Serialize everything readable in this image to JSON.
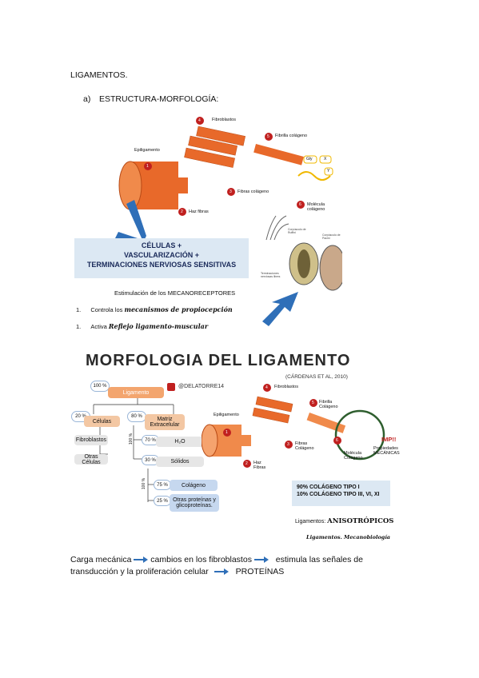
{
  "doc": {
    "heading": "LIGAMENTOS.",
    "item_marker": "a)",
    "item_text": "ESTRUCTURA-MORFOLOGÍA:",
    "footer_line1_a": "Carga mecánica",
    "footer_line1_b": "cambios en los fibroblastos",
    "footer_line1_c": "estimula las señales de",
    "footer_line2_a": "transducción y la proliferación celular",
    "footer_line2_b": "PROTEÍNAS"
  },
  "figure1": {
    "labels": {
      "n4": "4",
      "fibroblastos": "Fibroblastos",
      "n5": "5",
      "fibrilla": "Fibrilla colágeno",
      "epiligamento": "Epiligamento",
      "n1": "1",
      "gly": "Gly",
      "x": "X",
      "y": "Y",
      "n3": "3",
      "fibras": "Fibras colágeno",
      "n6": "6",
      "molecula": "Molécula colágeno",
      "n2": "2",
      "haz": "Haz fibras"
    },
    "banner": {
      "line1": "CÉLULAS +",
      "line2": "VASCULARIZACIÓN +",
      "line3": "TERMINACIONES NERVIOSAS SENSITIVAS"
    },
    "stim_title": "Estimulación de los MECANORECEPTORES",
    "items": [
      {
        "num": "1.",
        "prefix": "Controla los",
        "hand": "mecanismos de propiocepción"
      },
      {
        "num": "1.",
        "prefix": "Activa",
        "hand": "Reflejo ligamento-muscular"
      }
    ],
    "small_labels": {
      "s1": "Corpúsculo de Ruffini",
      "s2": "Corpúsculo de Pacini",
      "s3": "Terminaciones nerviosas libres"
    }
  },
  "figure2": {
    "title": "MORFOLOGIA DEL LIGAMENTO",
    "subtitle": "(CÁRDENAS ET AL, 2010)",
    "handle": "@DELATORRE14",
    "tree": {
      "p100": "100 %",
      "ligamento": "Ligamento",
      "p20": "20 %",
      "celulas": "Células",
      "p80": "80 %",
      "matriz": "Matriz Extracelular",
      "fibroblastos": "Fibroblastos",
      "otras": "Otras Células",
      "p70": "70 %",
      "h2o": "H₂O",
      "p30": "30 %",
      "solidos": "Sólidos",
      "p75": "75 %",
      "colageno": "Colágeno",
      "p25": "25 %",
      "otras_prot": "Otras proteínas y glicoproteínas.",
      "v100a": "100 %",
      "v100b": "100 %"
    },
    "diagram": {
      "n4": "4",
      "fibroblastos": "Fibroblastos",
      "n5": "5",
      "fibrilla": "Fibrilla Colágeno",
      "epiligamento": "Epiligamento",
      "n1": "1",
      "n3": "3",
      "fibras": "Fibras Colágeno",
      "n6": "6",
      "molecula": "Molécula Colágeno",
      "n2": "2",
      "haz": "Haz Fibras",
      "imp": "IMP!!",
      "prop": "Propiedades MECÁNICAS"
    },
    "collagen1": "90% COLÁGENO TIPO I",
    "collagen2": "10% COLÁGENO TIPO III, VI, XI",
    "lig_label": "Ligamentos:",
    "aniso": "ANISOTRÓPICOS",
    "signature": "Ligamentos. Mecanobiología"
  },
  "colors": {
    "orange": "#e8692a",
    "blue": "#2f6fb8",
    "red": "#c0201f",
    "banner": "#dce8f3"
  }
}
